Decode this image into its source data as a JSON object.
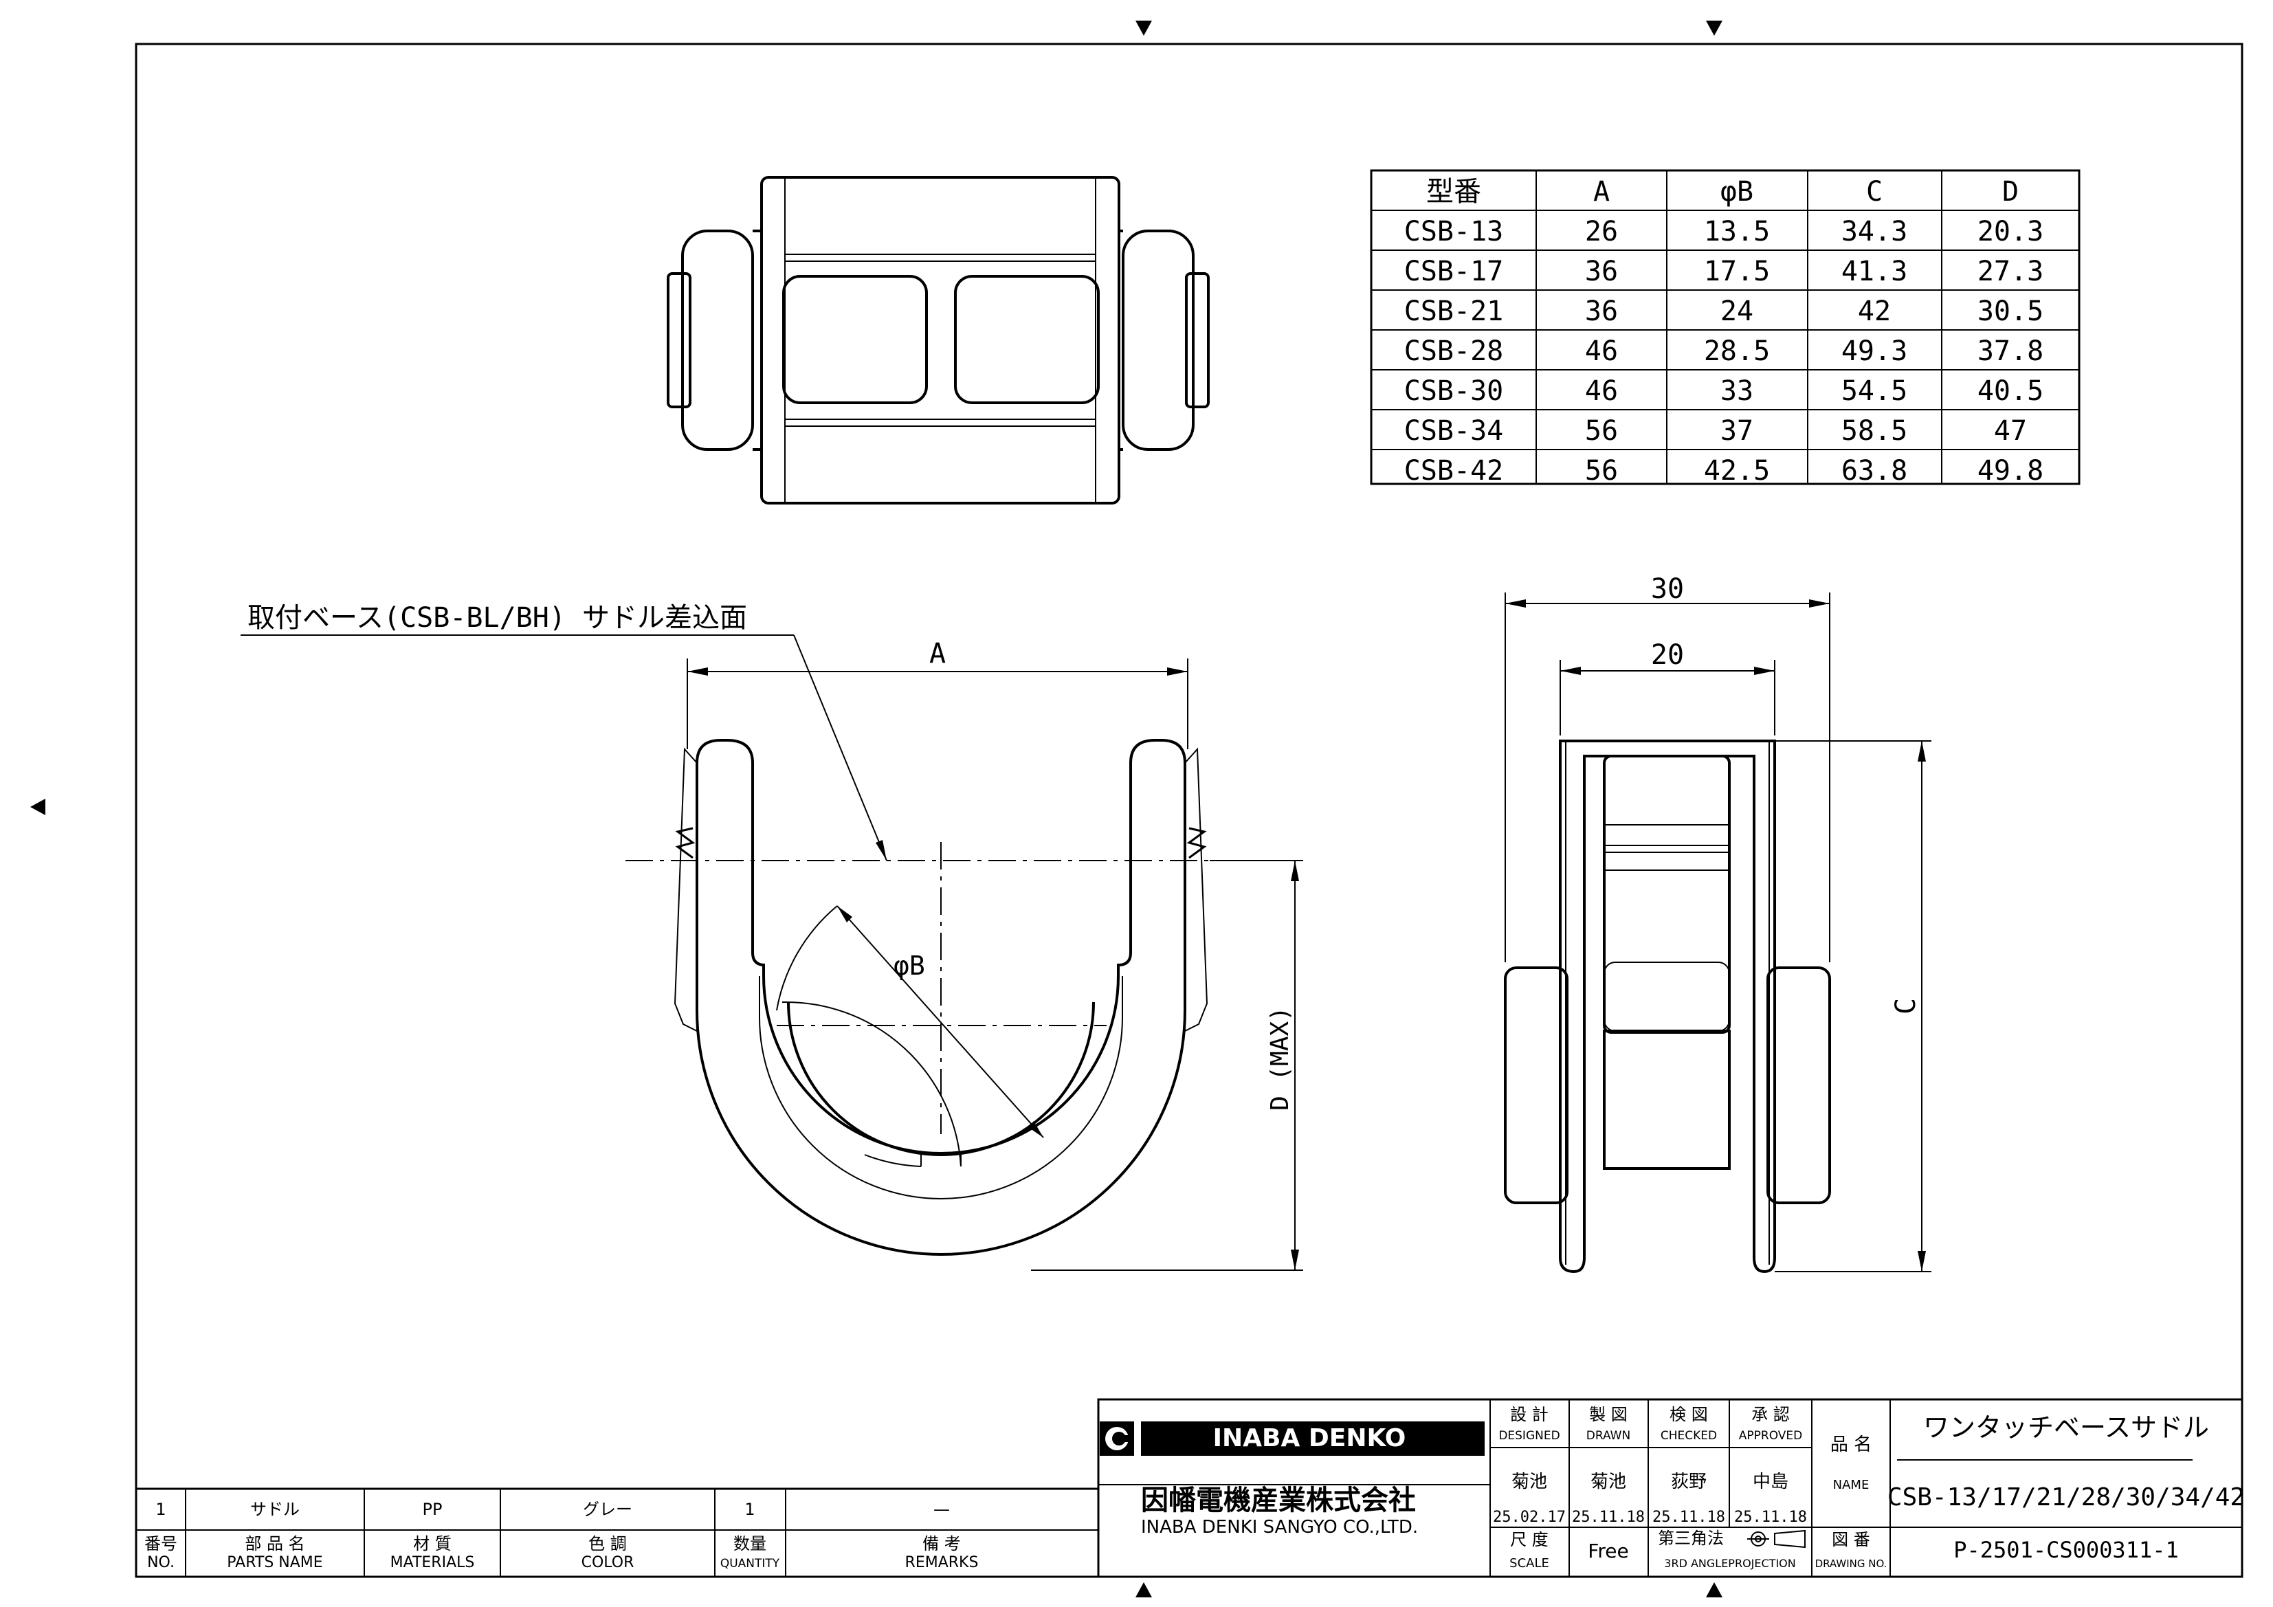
{
  "spec_table": {
    "headers": [
      "型番",
      "A",
      "φB",
      "C",
      "D"
    ],
    "rows": [
      [
        "CSB-13",
        "26",
        "13.5",
        "34.3",
        "20.3"
      ],
      [
        "CSB-17",
        "36",
        "17.5",
        "41.3",
        "27.3"
      ],
      [
        "CSB-21",
        "36",
        "24",
        "42",
        "30.5"
      ],
      [
        "CSB-28",
        "46",
        "28.5",
        "49.3",
        "37.8"
      ],
      [
        "CSB-30",
        "46",
        "33",
        "54.5",
        "40.5"
      ],
      [
        "CSB-34",
        "56",
        "37",
        "58.5",
        "47"
      ],
      [
        "CSB-42",
        "56",
        "42.5",
        "63.8",
        "49.8"
      ]
    ]
  },
  "callout": "取付ベース(CSB-BL/BH) サドル差込面",
  "dims": {
    "a": "A",
    "b": "φB",
    "d": "D (MAX)",
    "w30": "30",
    "w20": "20",
    "c": "C"
  },
  "parts_list": {
    "row": [
      "1",
      "サドル",
      "PP",
      "グレー",
      "1",
      "—"
    ],
    "header_jp": [
      "番号",
      "部 品 名",
      "材 質",
      "色 調",
      "数量",
      "備 考"
    ],
    "header_en": [
      "NO.",
      "PARTS NAME",
      "MATERIALS",
      "COLOR",
      "QUANTITY",
      "REMARKS"
    ]
  },
  "company": {
    "logo_text": "INABA DENKO",
    "name_jp": "因幡電機産業株式会社",
    "name_en": "INABA DENKI SANGYO CO.,LTD."
  },
  "approvals": {
    "columns": [
      {
        "jp": "設 計",
        "en": "DESIGNED",
        "name": "菊池",
        "date": "25.02.17"
      },
      {
        "jp": "製 図",
        "en": "DRAWN",
        "name": "菊池",
        "date": "25.11.18"
      },
      {
        "jp": "検 図",
        "en": "CHECKED",
        "name": "荻野",
        "date": "25.11.18"
      },
      {
        "jp": "承 認",
        "en": "APPROVED",
        "name": "中島",
        "date": "25.11.18"
      }
    ]
  },
  "scale": {
    "jp": "尺 度",
    "en": "SCALE",
    "value": "Free"
  },
  "projection": {
    "jp": "第三角法",
    "en": "3RD ANGLEPROJECTION"
  },
  "title_block": {
    "name_label_jp": "品 名",
    "name_label_en": "NAME",
    "product_name": "ワンタッチベースサドル",
    "models": "CSB-13/17/21/28/30/34/42",
    "drawing_no_jp": "図 番",
    "drawing_no_en": "DRAWING NO.",
    "drawing_no": "P-2501-CS000311-1"
  }
}
